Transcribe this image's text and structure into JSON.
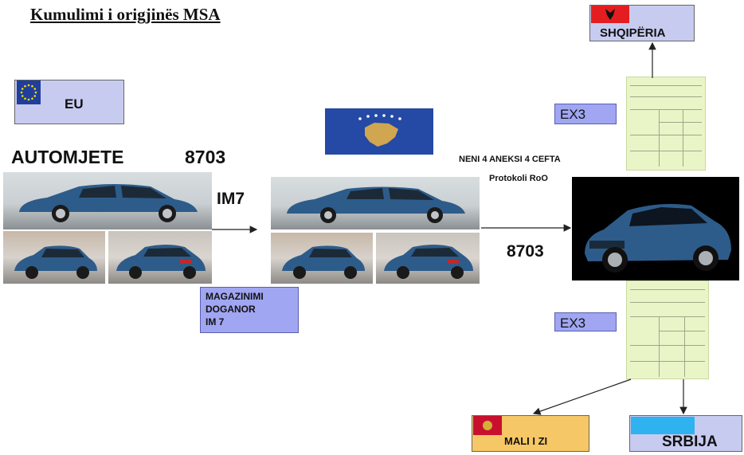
{
  "title": "Kumulimi i origjinës MSA",
  "eu_label": "EU",
  "automjete_label": "AUTOMJETE",
  "automjete_code": "8703",
  "im7_label": "IM7",
  "magazinimi": [
    "MAGAZINIMI",
    "DOGANOR",
    "IM 7"
  ],
  "neni_line": "NENI 4 ANEKSI  4 CEFTA",
  "protokoli_line": "Protokoli RoO",
  "code_right": "8703",
  "ex3_top": "EX3",
  "ex3_bottom": "EX3",
  "dest_albania": "SHQIPËRIA",
  "dest_montenegro": "MALI I ZI",
  "dest_serbia": "SRBIJA",
  "colors": {
    "eu_box": "#c8cbf0",
    "kosovo_blue": "#244aa5",
    "kosovo_gold": "#d0a650",
    "albania_red": "#e41e20",
    "montenegro_box": "#f6c766",
    "serbia_box": "#c8cbf0",
    "serbia_tab": "#2fb2f0",
    "magazinimi_box": "#a0a6f2",
    "doc_green": "#e9f5c7",
    "car_blue": "#2d5c8a"
  }
}
